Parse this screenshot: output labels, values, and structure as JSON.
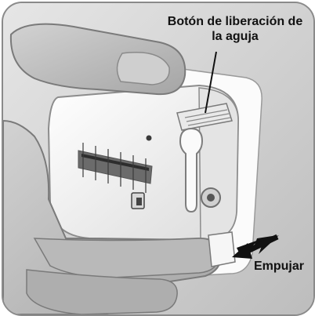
{
  "labels": {
    "needle_release_button": "Botón de liberación de la aguja",
    "push": "Empujar"
  },
  "colors": {
    "background": "#c9c9c9",
    "device_body": "#f2f2f2",
    "hand": "#b5b5b5",
    "arrow": "#111111",
    "frame_border": "#8a8a8a"
  },
  "icons": [
    "hand",
    "device",
    "needle-release-button",
    "push-arrow",
    "leader-line"
  ]
}
